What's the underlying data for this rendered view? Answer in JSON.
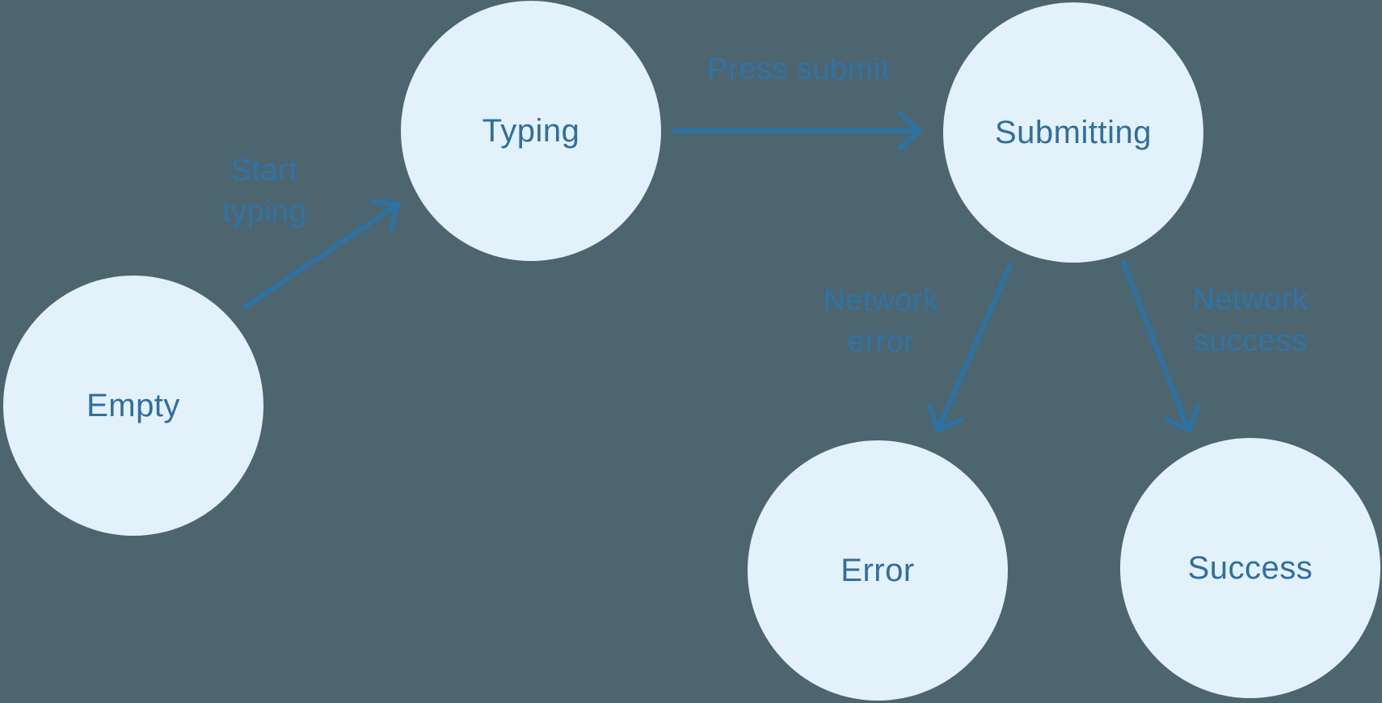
{
  "diagram": {
    "type": "state-machine",
    "nodes": [
      {
        "id": "empty",
        "label": "Empty"
      },
      {
        "id": "typing",
        "label": "Typing"
      },
      {
        "id": "submitting",
        "label": "Submitting"
      },
      {
        "id": "error",
        "label": "Error"
      },
      {
        "id": "success",
        "label": "Success"
      }
    ],
    "edges": [
      {
        "id": "start-typing",
        "from": "empty",
        "to": "typing",
        "label": "Start\ntyping"
      },
      {
        "id": "press-submit",
        "from": "typing",
        "to": "submitting",
        "label": "Press submit"
      },
      {
        "id": "network-error",
        "from": "submitting",
        "to": "error",
        "label": "Network\nerror"
      },
      {
        "id": "network-success",
        "from": "submitting",
        "to": "success",
        "label": "Network\nsuccess"
      }
    ]
  },
  "colors": {
    "background": "#4C656F",
    "node_fill": "#E3F1FB",
    "node_text": "#2E6F9F",
    "edge_text": "#2E74A6",
    "arrow": "#2C73A3"
  }
}
